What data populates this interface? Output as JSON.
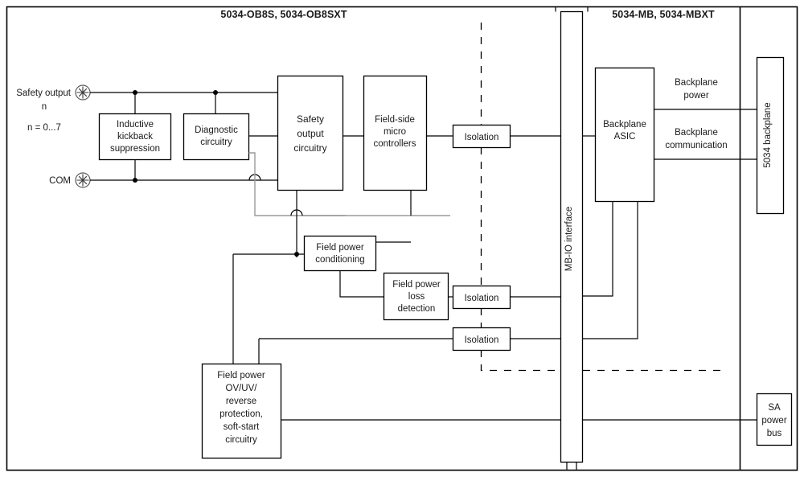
{
  "diagram": {
    "title_left": "5034-OB8S, 5034-OB8SXT",
    "title_right": "5034-MB, 5034-MBXT",
    "terminals": {
      "safety_output_line1": "Safety output",
      "safety_output_line2": "n",
      "safety_output_range": "n = 0...7",
      "com": "COM",
      "terminal_icon": "screw-terminal-icon"
    },
    "blocks": {
      "inductive_kickback": {
        "line1": "Inductive",
        "line2": "kickback",
        "line3": "suppression"
      },
      "diagnostic": {
        "line1": "Diagnostic",
        "line2": "circuitry"
      },
      "safety_output_circuitry": {
        "line1": "Safety",
        "line2": "output",
        "line3": "circuitry"
      },
      "field_side_micro": {
        "line1": "Field-side",
        "line2": "micro",
        "line3": "controllers"
      },
      "field_power_conditioning": {
        "line1": "Field power",
        "line2": "conditioning"
      },
      "field_power_loss": {
        "line1": "Field power",
        "line2": "loss",
        "line3": "detection"
      },
      "field_power_protection": {
        "line1": "Field power",
        "line2": "OV/UV/",
        "line3": "reverse",
        "line4": "protection,",
        "line5": "soft-start",
        "line6": "circuitry"
      },
      "isolation_1": "Isolation",
      "isolation_2": "Isolation",
      "isolation_3": "Isolation",
      "mb_io_interface": "MB-IO interface",
      "backplane_asic": {
        "line1": "Backplane",
        "line2": "ASIC"
      },
      "backplane_5034": "5034 backplane",
      "sa_power_bus": {
        "line1": "SA",
        "line2": "power",
        "line3": "bus"
      }
    },
    "link_labels": {
      "backplane_power_line1": "Backplane",
      "backplane_power_line2": "power",
      "backplane_comm_line1": "Backplane",
      "backplane_comm_line2": "communication"
    },
    "colors": {
      "line": "#000000",
      "grey_wire": "#9a9a9a",
      "background": "#ffffff",
      "text": "#1a1a1a"
    }
  }
}
